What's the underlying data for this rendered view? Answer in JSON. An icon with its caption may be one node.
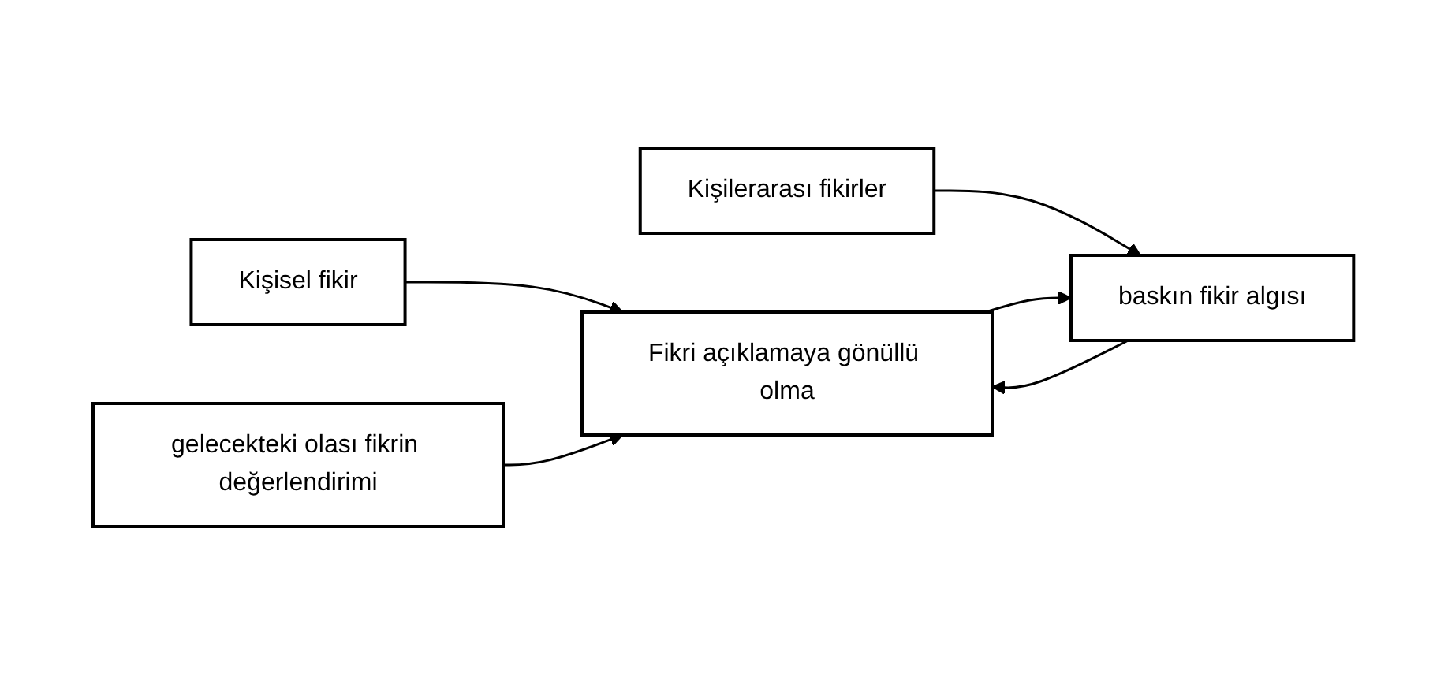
{
  "diagram": {
    "nodes": [
      {
        "text": [
          "Kişisel fikir"
        ]
      },
      {
        "text": [
          "Fikri açıklamaya gönüllü olma"
        ]
      },
      {
        "text": [
          "baskın fikir algısı"
        ]
      },
      {
        "text": [
          "gelecekteki olası fikrin değerlendirimi"
        ]
      },
      {
        "text": [
          "Kişilerarası fikirler"
        ]
      }
    ],
    "edges": [
      {
        "from": 0,
        "to": 1,
        "arrow": "to"
      },
      {
        "from": 2,
        "to": 1,
        "arrow": "to"
      },
      {
        "from": 3,
        "to": 1,
        "arrow": "to"
      },
      {
        "from": 4,
        "to": 2,
        "arrow": "to"
      },
      {
        "from": 1,
        "to": 2,
        "arrow": "to"
      }
    ]
  }
}
